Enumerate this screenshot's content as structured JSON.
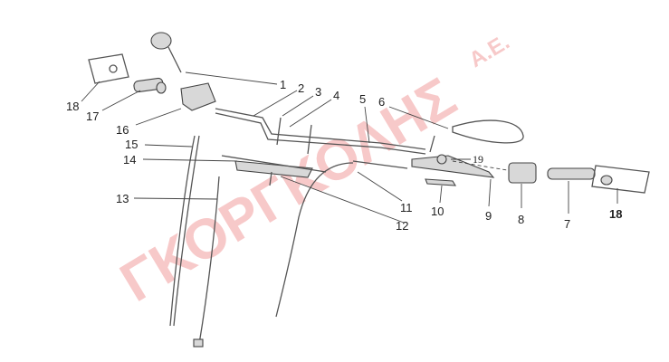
{
  "watermark": {
    "name": "ΓΚΟΡΓΚΟΛΗΣ",
    "suffix": "Α.Ε.",
    "color": "#f5b7b7"
  },
  "callouts": [
    "1",
    "2",
    "3",
    "4",
    "5",
    "6",
    "7",
    "8",
    "9",
    "10",
    "11",
    "12",
    "13",
    "14",
    "15",
    "16",
    "17",
    "18",
    "18",
    "19"
  ]
}
